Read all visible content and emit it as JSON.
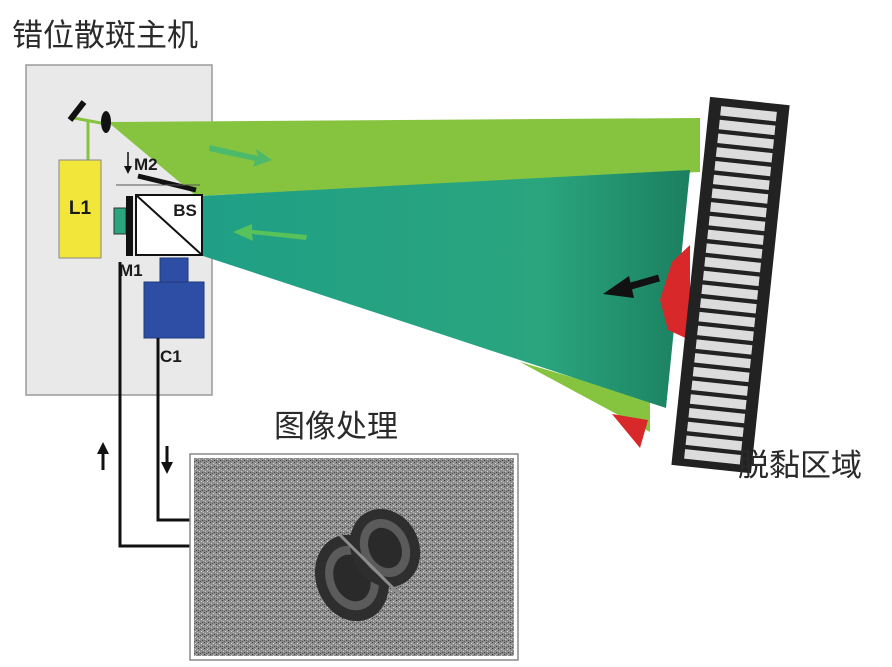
{
  "titles": {
    "host": "错位散斑主机",
    "processing": "图像处理",
    "debond": "脱黏区域"
  },
  "labels": {
    "laser": "L1",
    "mirror2": "M2",
    "mirror1": "M1",
    "beam_splitter": "BS",
    "camera": "C1"
  },
  "colors": {
    "laser_beam": "#86c440",
    "return_beam": "#2dae86",
    "laser_body": "#f1e639",
    "camera_body": "#2d4ea4",
    "defect": "#d8282a",
    "housing": "#e9e9e9"
  }
}
